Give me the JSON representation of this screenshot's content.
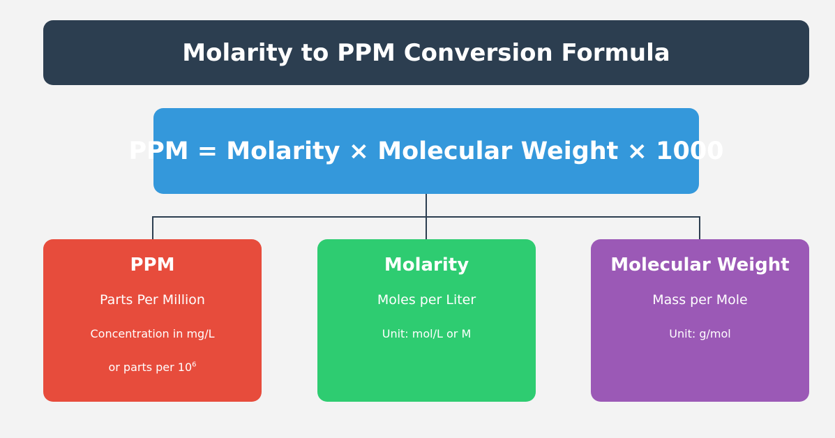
{
  "title": "Molarity to PPM Conversion Formula",
  "formula": "PPM = Molarity × Molecular Weight × 1000",
  "colors": {
    "title_bg": "#2c3e50",
    "formula_bg": "#3498db",
    "ppm": "#e74c3c",
    "molarity": "#2ecc71",
    "molecular_weight": "#9b59b6",
    "connector": "#2c3e50"
  },
  "cards": [
    {
      "title": "PPM",
      "subtitle": "Parts Per Million",
      "detail1": "Concentration in mg/L",
      "detail2": "or parts per 10",
      "detail2_sup": "6"
    },
    {
      "title": "Molarity",
      "subtitle": "Moles per Liter",
      "detail1": "Unit: mol/L or M"
    },
    {
      "title": "Molecular Weight",
      "subtitle": "Mass per Mole",
      "detail1": "Unit: g/mol"
    }
  ]
}
